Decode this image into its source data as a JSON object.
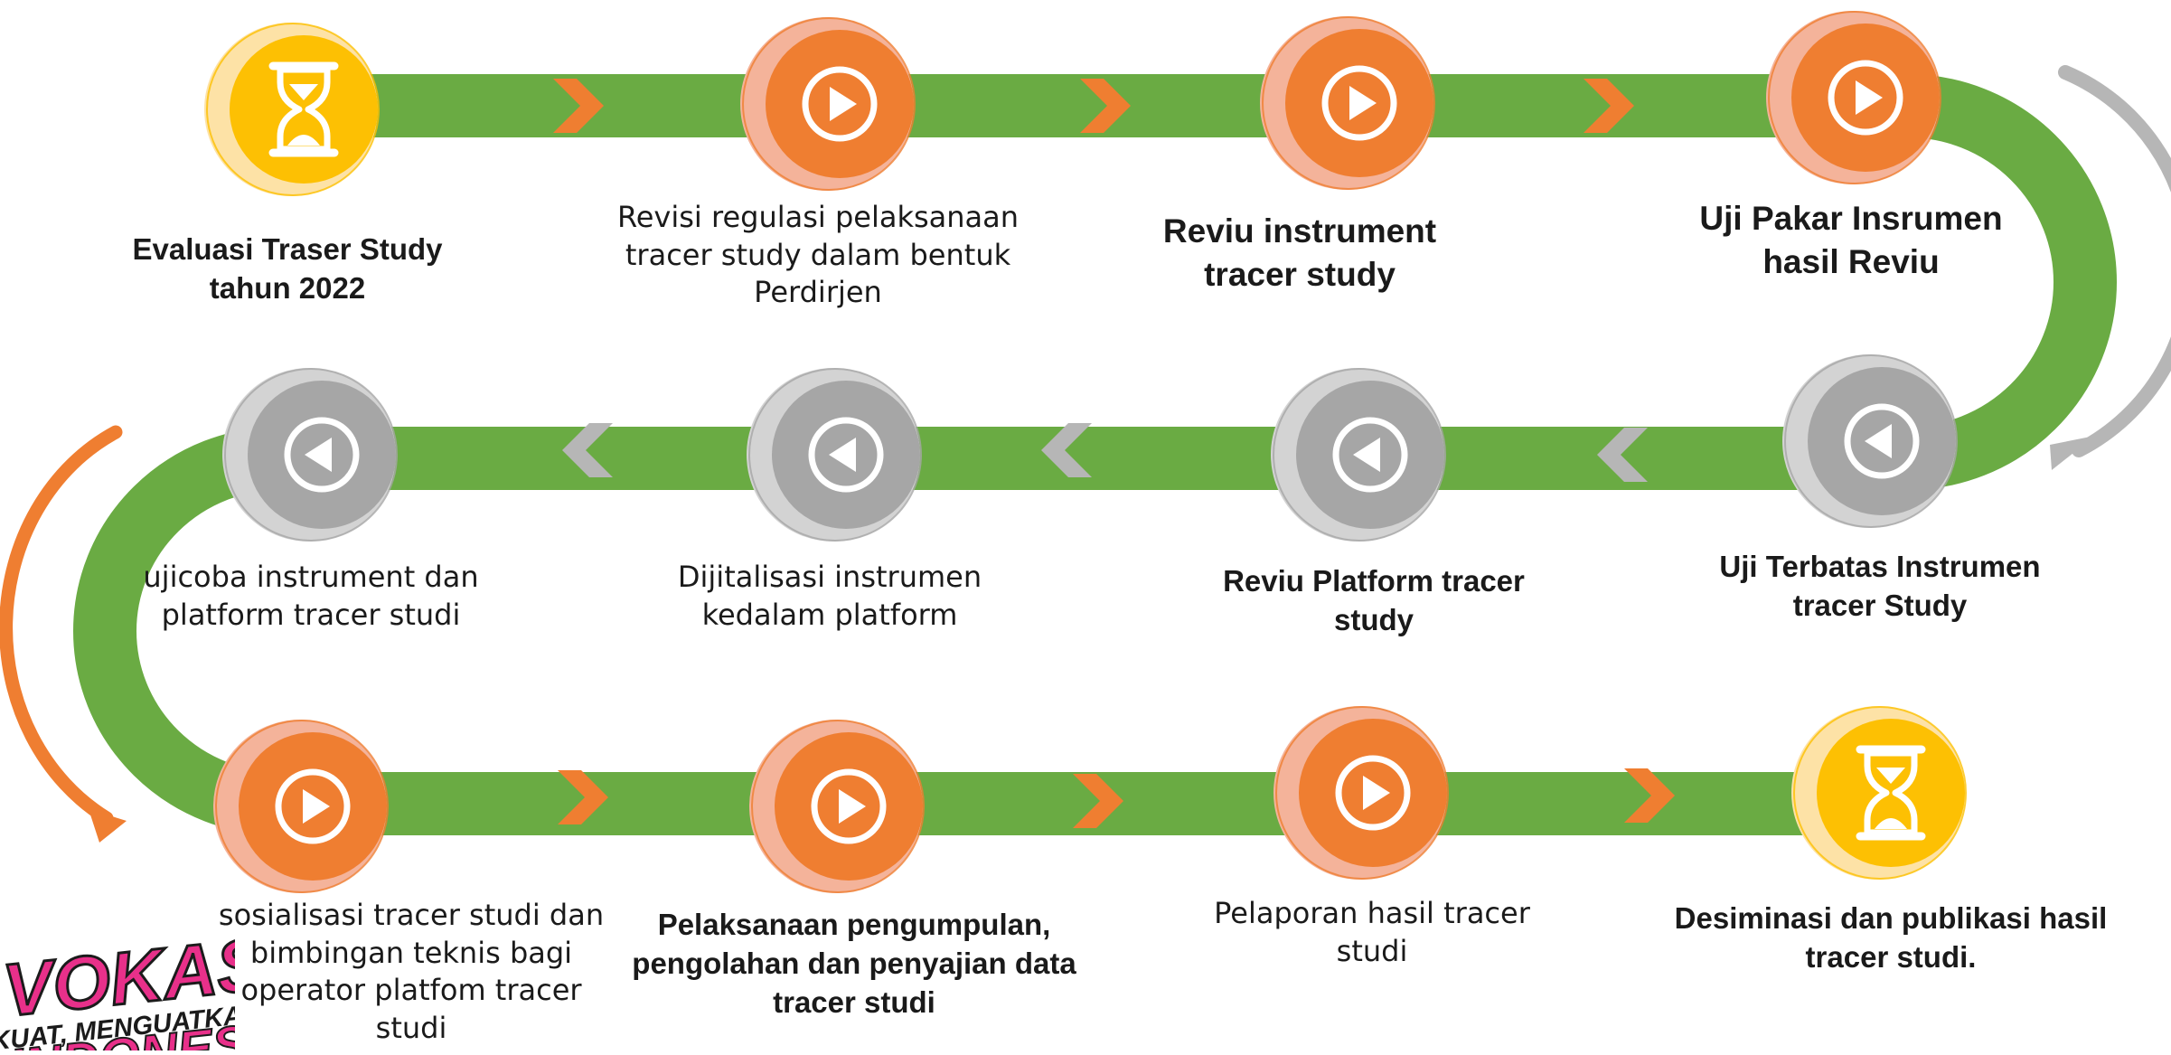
{
  "colors": {
    "track": "#6aab43",
    "active": "#ef7e31",
    "active_ring": "#f4b39a",
    "inactive": "#a6a6a6",
    "inactive_ring": "#d3d3d3",
    "milestone": "#fdc003",
    "milestone_ring": "#fde2a6",
    "arrow_gray": "#b6b6b6",
    "arrow_orange": "#ef7e31"
  },
  "steps": [
    {
      "id": 1,
      "icon": "hourglass-icon",
      "state": "milestone",
      "lines": [
        "Evaluasi Traser Study",
        "tahun 2022"
      ],
      "weight": "bold"
    },
    {
      "id": 2,
      "icon": "play-icon",
      "state": "active",
      "lines": [
        "Revisi regulasi pelaksanaan",
        "tracer study dalam bentuk",
        "Perdirjen"
      ],
      "weight": "normal"
    },
    {
      "id": 3,
      "icon": "play-icon",
      "state": "active",
      "lines": [
        "Reviu instrument",
        "tracer study"
      ],
      "weight": "bold"
    },
    {
      "id": 4,
      "icon": "play-icon",
      "state": "active",
      "lines": [
        "Uji Pakar Insrumen",
        "hasil Reviu"
      ],
      "weight": "bold"
    },
    {
      "id": 5,
      "icon": "reverse-play-icon",
      "state": "inactive",
      "lines": [
        "Uji Terbatas Instrumen",
        "tracer Study"
      ],
      "weight": "bold"
    },
    {
      "id": 6,
      "icon": "reverse-play-icon",
      "state": "inactive",
      "lines": [
        "Reviu Platform tracer",
        "study"
      ],
      "weight": "bold"
    },
    {
      "id": 7,
      "icon": "reverse-play-icon",
      "state": "inactive",
      "lines": [
        "Dijitalisasi instrumen",
        "kedalam platform"
      ],
      "weight": "normal"
    },
    {
      "id": 8,
      "icon": "reverse-play-icon",
      "state": "inactive",
      "lines": [
        "ujicoba instrument dan",
        "platform tracer studi"
      ],
      "weight": "normal"
    },
    {
      "id": 9,
      "icon": "play-icon",
      "state": "active",
      "lines": [
        "sosialisasi tracer studi dan",
        "bimbingan teknis bagi",
        "operator platfom tracer",
        "studi"
      ],
      "weight": "normal"
    },
    {
      "id": 10,
      "icon": "play-icon",
      "state": "active",
      "lines": [
        "Pelaksanaan pengumpulan,",
        "pengolahan dan penyajian data",
        "tracer studi"
      ],
      "weight": "bold"
    },
    {
      "id": 11,
      "icon": "play-icon",
      "state": "active",
      "lines": [
        "Pelaporan hasil tracer",
        "studi"
      ],
      "weight": "normal"
    },
    {
      "id": 12,
      "icon": "hourglass-icon",
      "state": "milestone",
      "lines": [
        "Desiminasi dan publikasi hasil",
        "tracer studi."
      ],
      "weight": "bold"
    }
  ],
  "logo": {
    "lines": [
      "VOKASI",
      "KUAT, MENGUATKAN",
      "INDONESIA"
    ]
  }
}
